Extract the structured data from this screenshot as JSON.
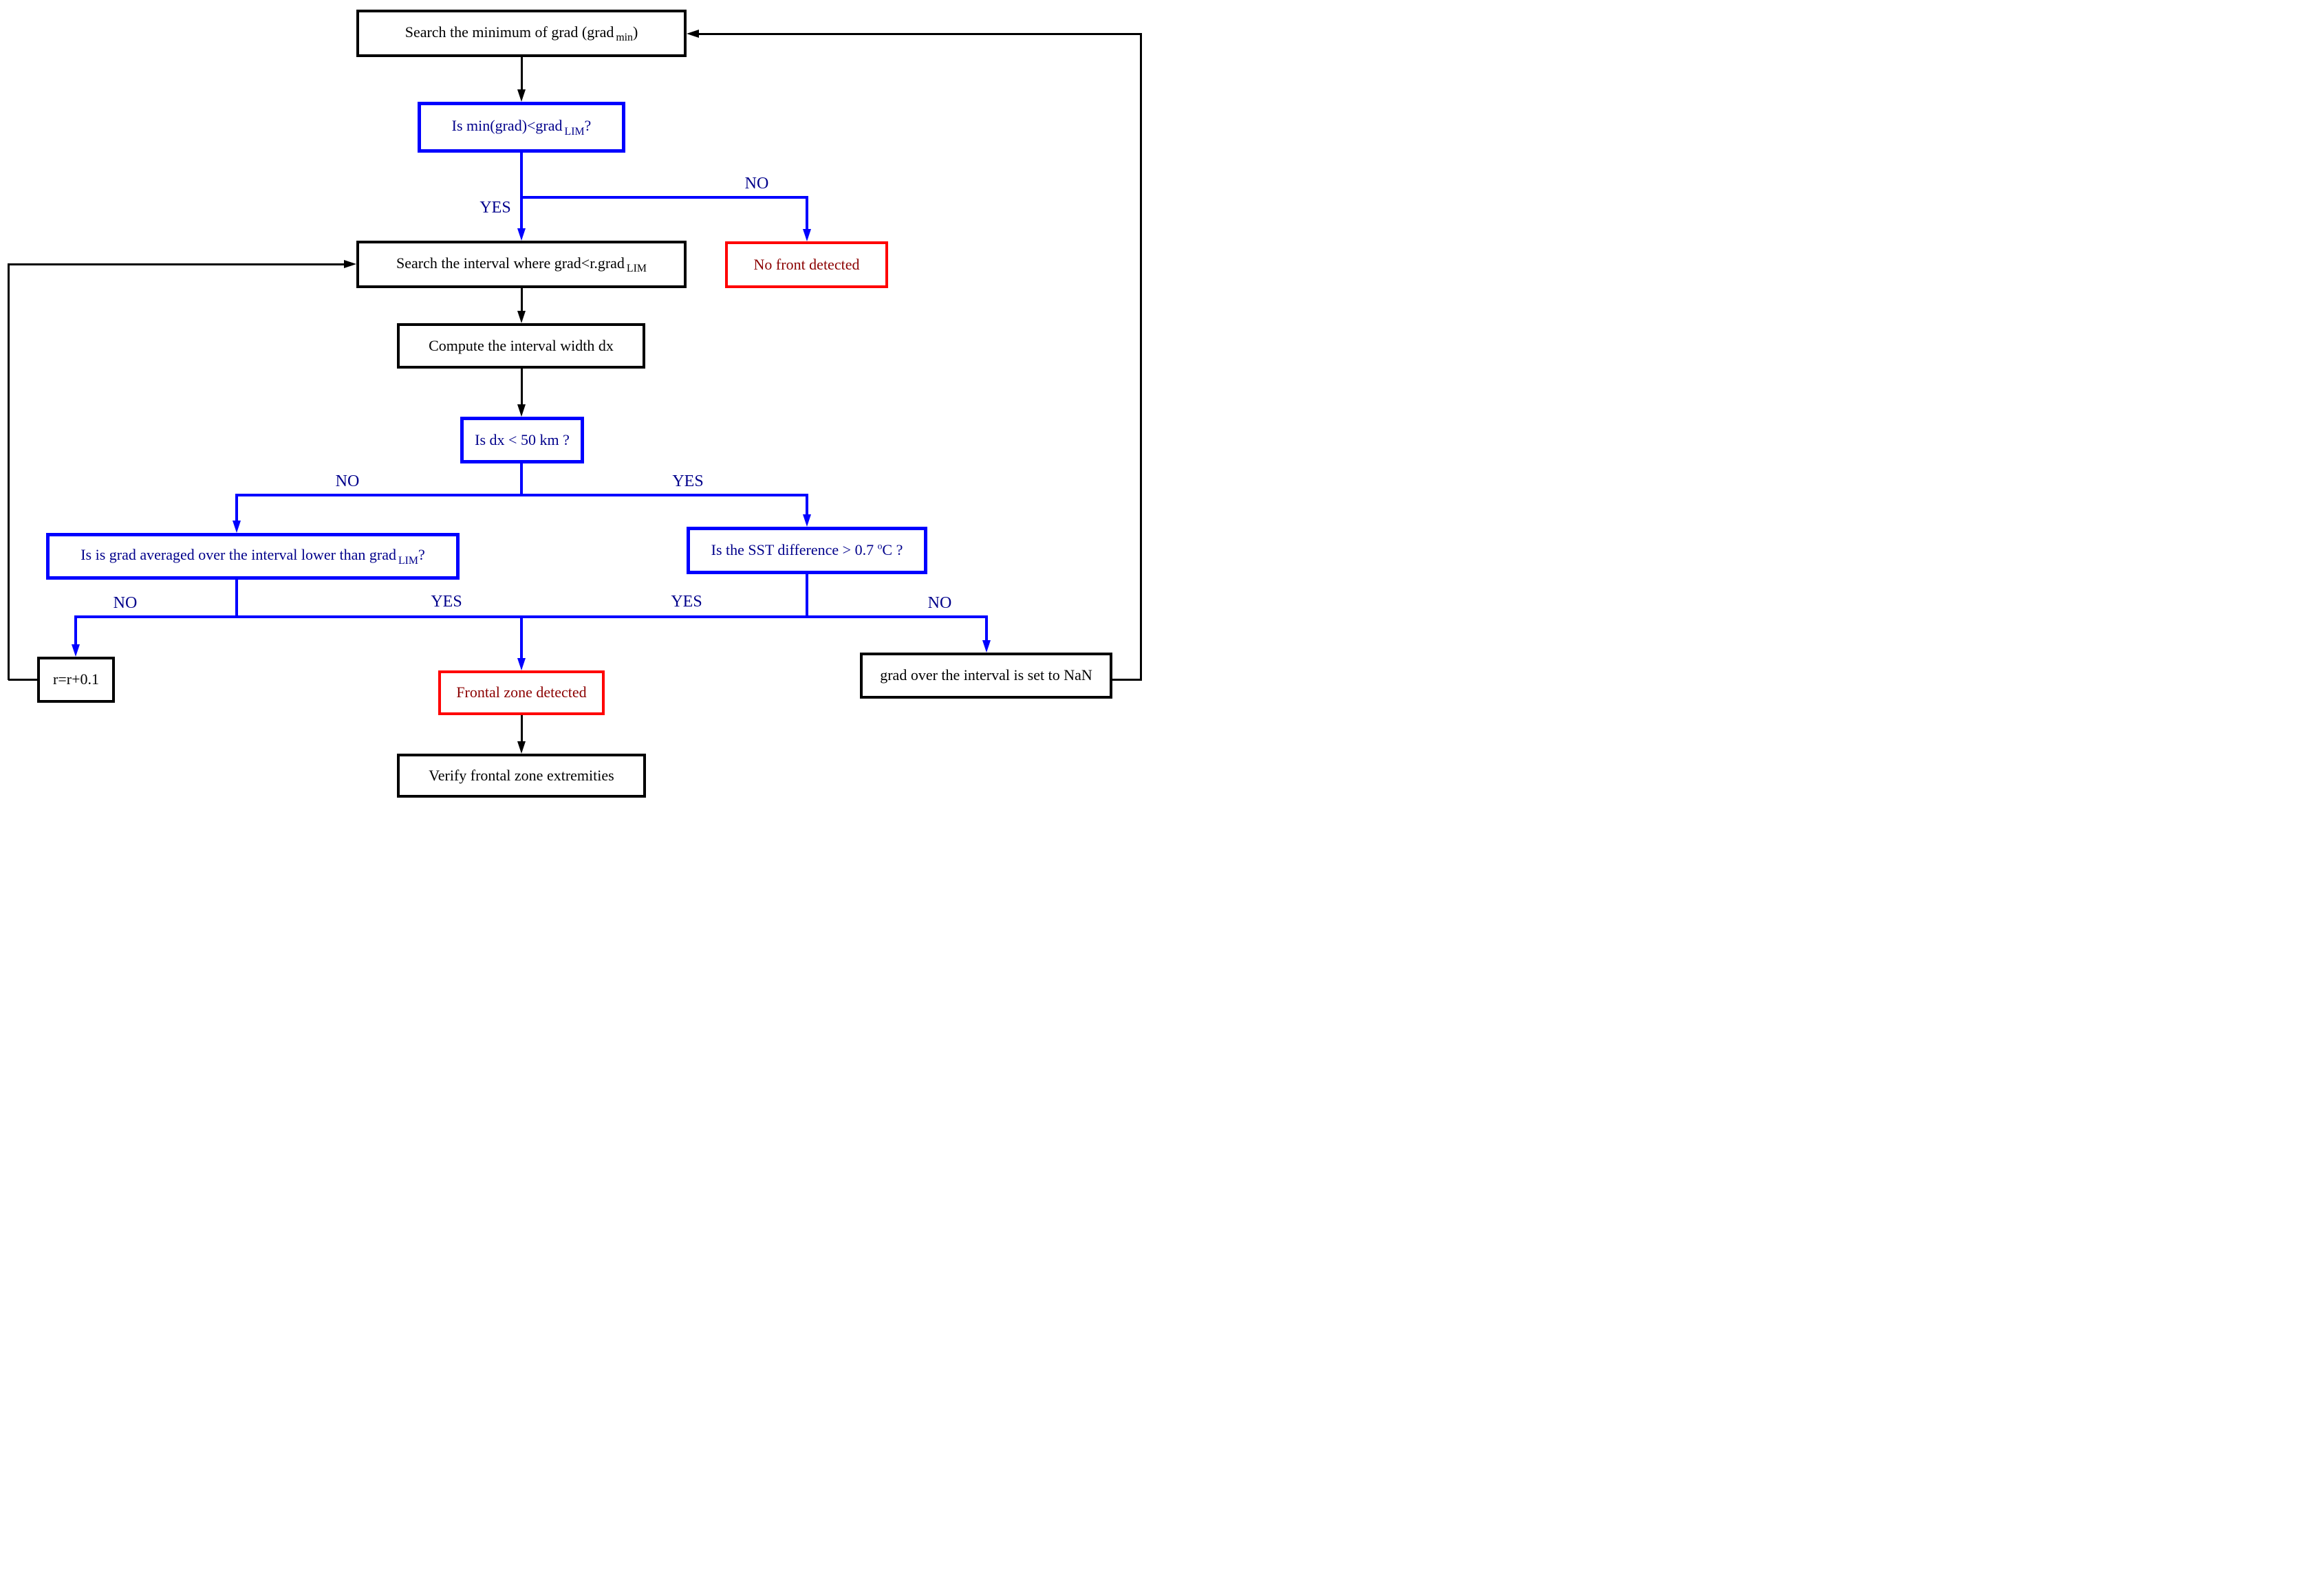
{
  "colors": {
    "background": "#ffffff",
    "process_border": "#000000",
    "process_text": "#000000",
    "decision_border": "#0000ff",
    "decision_text": "#00008b",
    "outcome_border": "#ff0000",
    "outcome_text": "#8b0000",
    "branch_line_blue": "#0000ff",
    "flow_line_black": "#000000"
  },
  "nodes": {
    "search_min": {
      "pre": "Search the minimum of grad (grad",
      "sub": "min",
      "post": ")"
    },
    "q_min": {
      "pre": "Is min(grad)<grad",
      "sub": "LIM",
      "post": "?"
    },
    "no_front": {
      "text": "No front detected"
    },
    "search_interval": {
      "pre": "Search the interval where grad<r.grad",
      "sub": "LIM"
    },
    "compute_dx": {
      "text": "Compute the interval width dx"
    },
    "q_dx": {
      "text": "Is dx < 50 km ?"
    },
    "q_avg": {
      "pre": "Is is grad averaged over the interval lower than grad",
      "sub": "LIM",
      "post": "?"
    },
    "q_sst": {
      "pre": "Is the SST difference > 0.7 ",
      "sup": "o",
      "post": "C ?"
    },
    "r_inc": {
      "text": "r=r+0.1"
    },
    "frontal": {
      "text": "Frontal zone detected"
    },
    "nan_set": {
      "text": "grad over the interval is set to NaN"
    },
    "verify": {
      "text": "Verify frontal zone extremities"
    }
  },
  "branches": {
    "q_min_no": "NO",
    "q_min_yes": "YES",
    "q_dx_no": "NO",
    "q_dx_yes": "YES",
    "q_avg_no": "NO",
    "q_avg_yes": "YES",
    "q_sst_yes": "YES",
    "q_sst_no": "NO"
  }
}
